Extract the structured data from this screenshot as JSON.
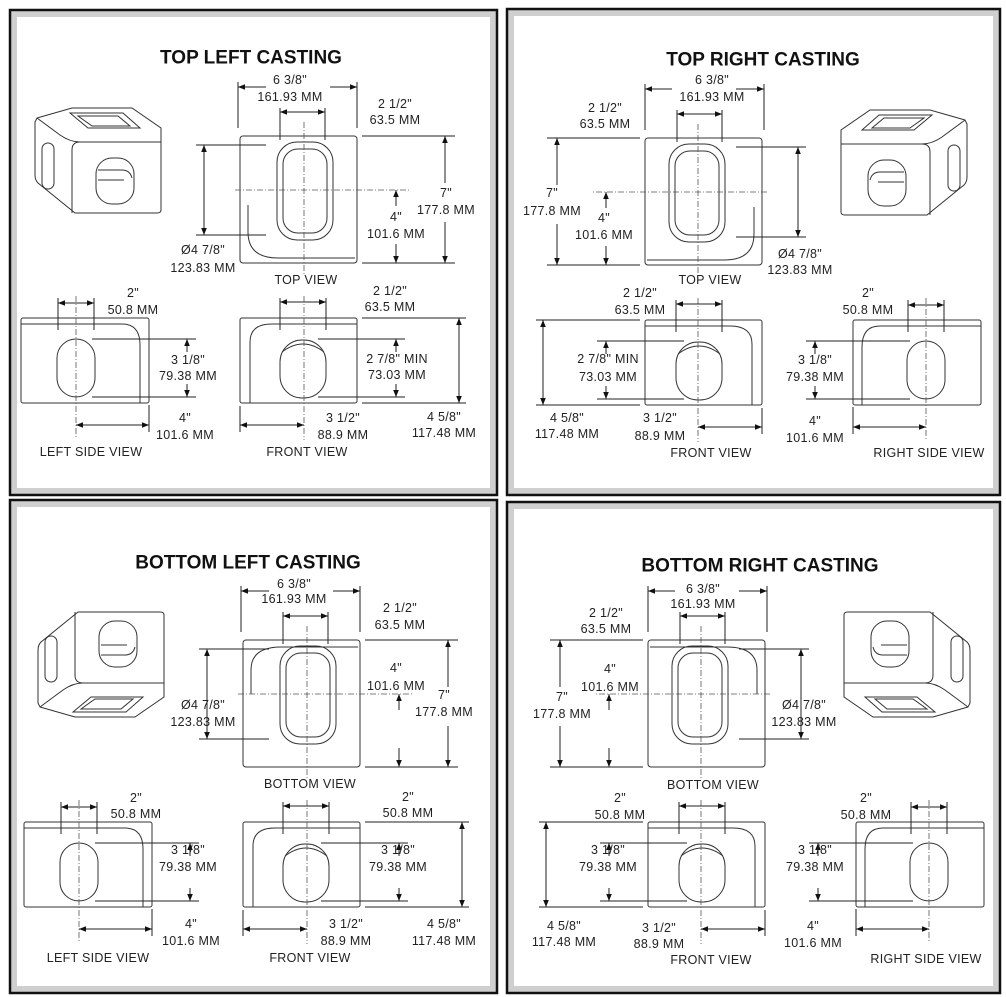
{
  "quadrants": [
    {
      "title": "TOP LEFT CASTING",
      "views": [
        "TOP VIEW",
        "LEFT SIDE VIEW",
        "FRONT VIEW"
      ],
      "dims": [
        {
          "inch": "6 3/8\"",
          "mm": "161.93 MM"
        },
        {
          "inch": "2 1/2\"",
          "mm": "63.5 MM"
        },
        {
          "inch": "7\"",
          "mm": "177.8 MM"
        },
        {
          "inch": "4\"",
          "mm": "101.6 MM"
        },
        {
          "inch": "Ø4 7/8\"",
          "mm": "123.83 MM"
        },
        {
          "inch": "2\"",
          "mm": "50.8 MM"
        },
        {
          "inch": "2 1/2\"",
          "mm": "63.5 MM"
        },
        {
          "inch": "3 1/8\"",
          "mm": "79.38 MM"
        },
        {
          "inch": "2 7/8\" MIN",
          "mm": "73.03 MM"
        },
        {
          "inch": "4\"",
          "mm": "101.6 MM"
        },
        {
          "inch": "3 1/2\"",
          "mm": "88.9 MM"
        },
        {
          "inch": "4 5/8\"",
          "mm": "117.48 MM"
        }
      ]
    },
    {
      "title": "TOP RIGHT CASTING",
      "views": [
        "TOP VIEW",
        "RIGHT SIDE VIEW",
        "FRONT VIEW"
      ],
      "dims": [
        {
          "inch": "6 3/8\"",
          "mm": "161.93 MM"
        },
        {
          "inch": "2 1/2\"",
          "mm": "63.5 MM"
        },
        {
          "inch": "7\"",
          "mm": "177.8 MM"
        },
        {
          "inch": "4\"",
          "mm": "101.6 MM"
        },
        {
          "inch": "Ø4 7/8\"",
          "mm": "123.83 MM"
        },
        {
          "inch": "2 1/2\"",
          "mm": "63.5 MM"
        },
        {
          "inch": "2\"",
          "mm": "50.8 MM"
        },
        {
          "inch": "2 7/8\" MIN",
          "mm": "73.03 MM"
        },
        {
          "inch": "3 1/8\"",
          "mm": "79.38 MM"
        },
        {
          "inch": "4 5/8\"",
          "mm": "117.48 MM"
        },
        {
          "inch": "3 1/2\"",
          "mm": "88.9 MM"
        },
        {
          "inch": "4\"",
          "mm": "101.6 MM"
        }
      ]
    },
    {
      "title": "BOTTOM LEFT CASTING",
      "views": [
        "BOTTOM VIEW",
        "LEFT SIDE VIEW",
        "FRONT VIEW"
      ],
      "dims": [
        {
          "inch": "6 3/8\"",
          "mm": "161.93 MM"
        },
        {
          "inch": "2 1/2\"",
          "mm": "63.5 MM"
        },
        {
          "inch": "4\"",
          "mm": "101.6 MM"
        },
        {
          "inch": "7\"",
          "mm": "177.8 MM"
        },
        {
          "inch": "Ø4 7/8\"",
          "mm": "123.83 MM"
        },
        {
          "inch": "2\"",
          "mm": "50.8 MM"
        },
        {
          "inch": "2\"",
          "mm": "50.8 MM"
        },
        {
          "inch": "3 1/8\"",
          "mm": "79.38 MM"
        },
        {
          "inch": "3 1/8\"",
          "mm": "79.38 MM"
        },
        {
          "inch": "4\"",
          "mm": "101.6 MM"
        },
        {
          "inch": "3 1/2\"",
          "mm": "88.9 MM"
        },
        {
          "inch": "4 5/8\"",
          "mm": "117.48 MM"
        }
      ]
    },
    {
      "title": "BOTTOM RIGHT CASTING",
      "views": [
        "BOTTOM VIEW",
        "RIGHT SIDE VIEW",
        "FRONT VIEW"
      ],
      "dims": [
        {
          "inch": "6 3/8\"",
          "mm": "161.93 MM"
        },
        {
          "inch": "2 1/2\"",
          "mm": "63.5 MM"
        },
        {
          "inch": "4\"",
          "mm": "101.6 MM"
        },
        {
          "inch": "7\"",
          "mm": "177.8 MM"
        },
        {
          "inch": "Ø4 7/8\"",
          "mm": "123.83 MM"
        },
        {
          "inch": "2\"",
          "mm": "50.8 MM"
        },
        {
          "inch": "2\"",
          "mm": "50.8 MM"
        },
        {
          "inch": "3 1/8\"",
          "mm": "79.38 MM"
        },
        {
          "inch": "3 1/8\"",
          "mm": "79.38 MM"
        },
        {
          "inch": "4 5/8\"",
          "mm": "117.48 MM"
        },
        {
          "inch": "3 1/2\"",
          "mm": "88.9 MM"
        },
        {
          "inch": "4\"",
          "mm": "101.6 MM"
        }
      ]
    }
  ]
}
